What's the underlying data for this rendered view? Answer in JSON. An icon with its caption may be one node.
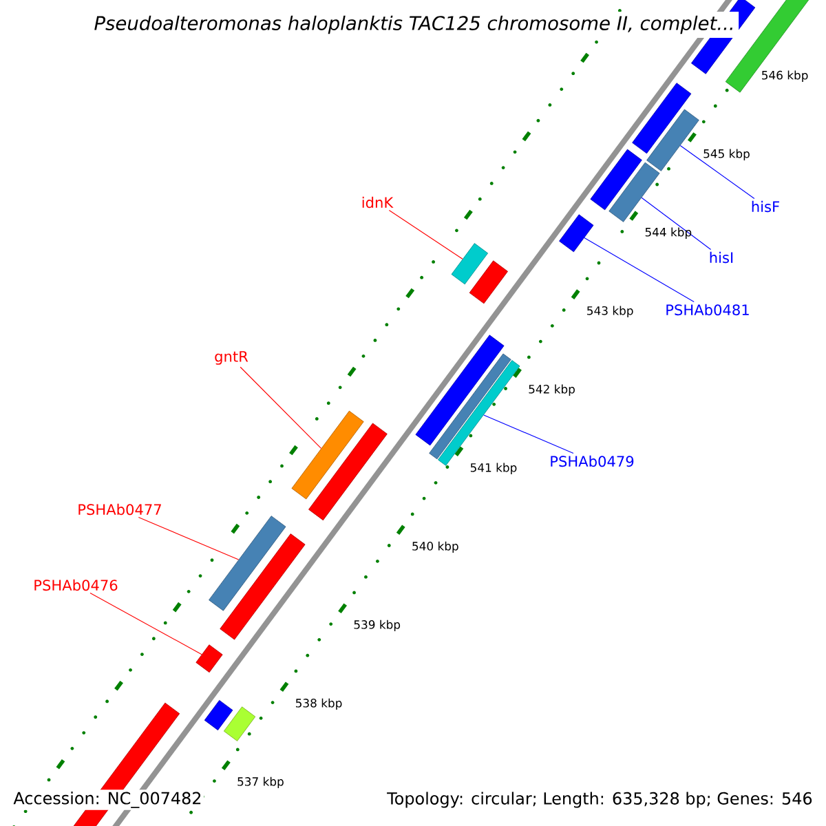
{
  "diagram": {
    "title": "Pseudoalteromonas haloplanktis TAC125 chromosome II, complet...",
    "nodes": [
      {
        "text": [
          "idnK"
        ]
      },
      {
        "text": [],
        "shape": "bar"
      },
      {
        "text": [
          "hisF"
        ]
      },
      {
        "text": [],
        "shape": "bar"
      },
      {
        "text": [
          "hisI"
        ]
      },
      {
        "text": [],
        "shape": "bar"
      },
      {
        "text": [
          "PSHAb0481"
        ]
      },
      {
        "text": [],
        "shape": "bar"
      },
      {
        "text": [
          "gntR"
        ]
      },
      {
        "text": [],
        "shape": "bar"
      },
      {
        "text": [
          "PSHAb0479"
        ]
      },
      {
        "text": [],
        "shape": "bar"
      },
      {
        "text": [
          "PSHAb0477"
        ]
      },
      {
        "text": [],
        "shape": "bar"
      },
      {
        "text": [
          "PSHAb0476"
        ]
      },
      {
        "text": [],
        "shape": "bar"
      },
      {
        "text": [],
        "shape": "bar"
      },
      {
        "text": [],
        "shape": "bar"
      },
      {
        "text": [],
        "shape": "bar"
      },
      {
        "text": [],
        "shape": "bar"
      },
      {
        "text": [],
        "shape": "bar"
      },
      {
        "text": [],
        "shape": "bar"
      },
      {
        "text": [],
        "shape": "bar"
      },
      {
        "text": [],
        "shape": "bar"
      },
      {
        "text": [],
        "shape": "bar"
      },
      {
        "text": [],
        "shape": "bar"
      },
      {
        "text": [],
        "shape": "bar"
      },
      {
        "text": [],
        "shape": "bar"
      }
    ],
    "edges": [
      {
        "from": 0,
        "to": 1,
        "arrow": "none",
        "color": "#ff0000"
      },
      {
        "from": 2,
        "to": 3,
        "arrow": "none",
        "color": "#0000ff"
      },
      {
        "from": 4,
        "to": 5,
        "arrow": "none",
        "color": "#0000ff"
      },
      {
        "from": 6,
        "to": 7,
        "arrow": "none",
        "color": "#0000ff"
      },
      {
        "from": 8,
        "to": 9,
        "arrow": "none",
        "color": "#ff0000"
      },
      {
        "from": 10,
        "to": 11,
        "arrow": "none",
        "color": "#0000ff"
      },
      {
        "from": 12,
        "to": 13,
        "arrow": "none",
        "color": "#ff0000"
      },
      {
        "from": 14,
        "to": 15,
        "arrow": "none",
        "color": "#ff0000"
      }
    ],
    "labels": [
      "546 kbp",
      "545 kbp",
      "544 kbp",
      "543 kbp",
      "542 kbp",
      "541 kbp",
      "540 kbp",
      "539 kbp",
      "538 kbp",
      "537 kbp",
      "Accession: NC_007482",
      "Topology: circular; Length: 635,328 bp; Genes: 546"
    ]
  }
}
